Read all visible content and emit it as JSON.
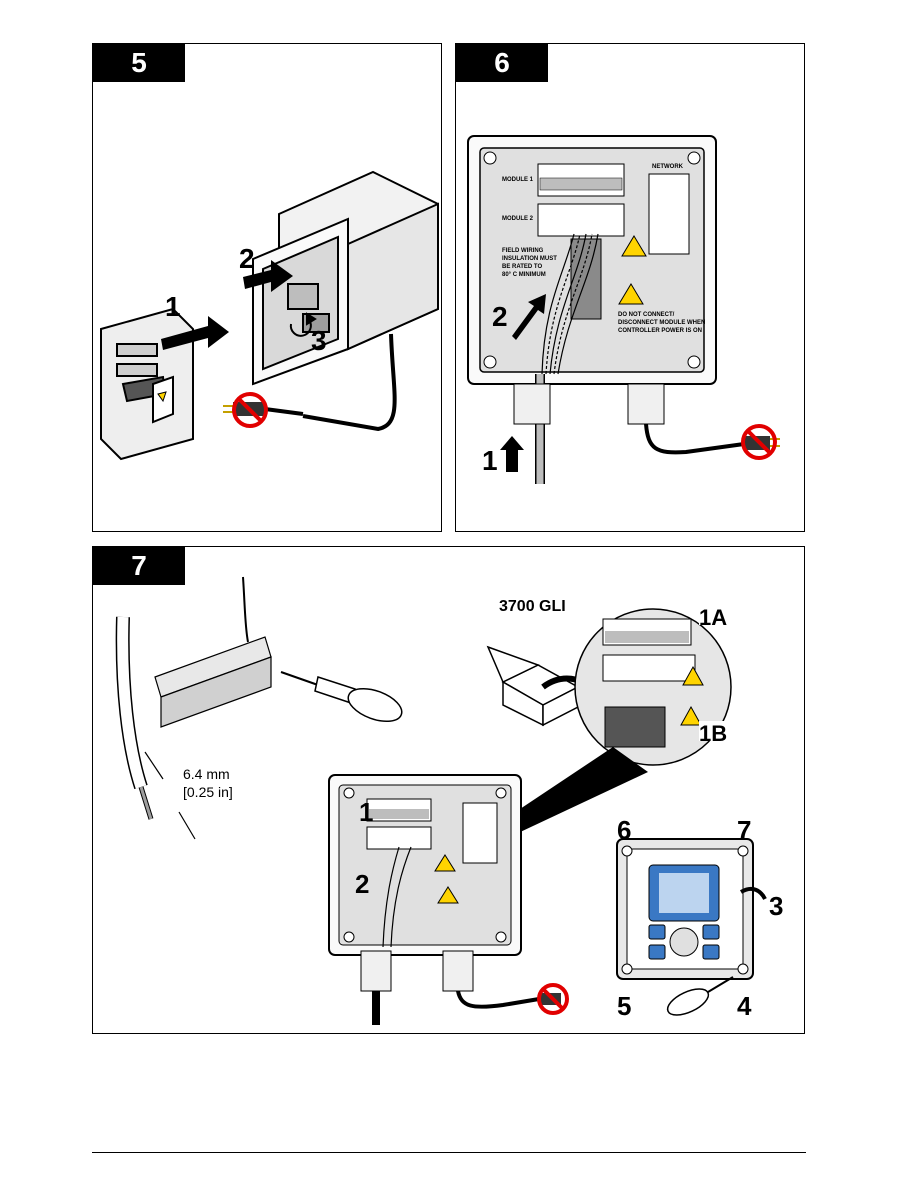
{
  "panel5": {
    "step": "5",
    "callouts": [
      "1",
      "2",
      "3"
    ]
  },
  "panel6": {
    "step": "6",
    "module1": "MODULE 1",
    "module2": "MODULE 2",
    "network": "NETWORK",
    "field_wiring": [
      "FIELD WIRING",
      "INSULATION MUST",
      "BE RATED TO",
      "80° C MINIMUM"
    ],
    "warning": [
      "DO NOT CONNECT/",
      "DISCONNECT MODULE WHEN",
      "CONTROLLER POWER IS ON"
    ],
    "callouts": [
      "2",
      "1"
    ]
  },
  "panel7": {
    "step": "7",
    "gli_label": "3700 GLI",
    "strip_length": "6.4 mm",
    "strip_length_in": "[0.25 in]",
    "callouts_detail": [
      "1A",
      "1B"
    ],
    "callouts_box": [
      "1",
      "2"
    ],
    "callouts_controller": [
      "6",
      "7",
      "3",
      "5",
      "4"
    ]
  }
}
